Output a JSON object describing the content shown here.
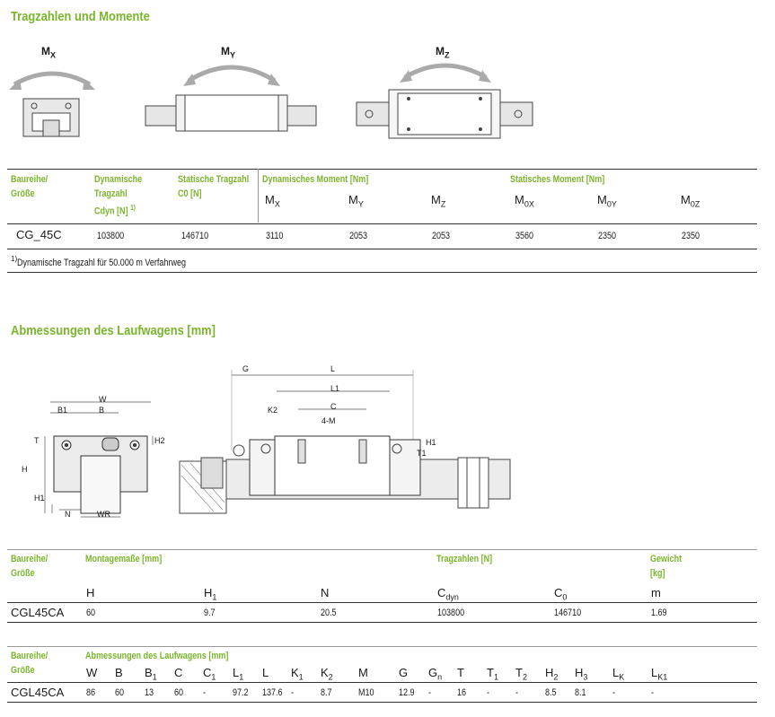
{
  "colors": {
    "accent": "#7ab52b",
    "text": "#1a1a1a",
    "line": "#333333"
  },
  "section1": {
    "title": "Tragzahlen und Momente",
    "diagram_labels": {
      "mx": "Mx",
      "my": "MY",
      "mz": "MZ"
    },
    "headers": {
      "baureihe_line1": "Baureihe/",
      "baureihe_line2": "Größe",
      "dyn_tragzahl_line1": "Dynamische",
      "dyn_tragzahl_line2": "Tragzahl",
      "dyn_tragzahl_line3": "Cdyn [N]",
      "dyn_tragzahl_sup": "1)",
      "stat_tragzahl_line1": "Statische Tragzahl",
      "stat_tragzahl_line2": "C0 [N]",
      "dyn_moment": "Dynamisches Moment [Nm]",
      "stat_moment": "Statisches Moment [Nm]"
    },
    "sub_headers": [
      "MX",
      "MY",
      "MZ",
      "M0X",
      "M0Y",
      "M0Z"
    ],
    "row": {
      "name": "CG_45C",
      "cdyn": "103800",
      "c0": "146710",
      "mx": "3110",
      "my": "2053",
      "mz": "2053",
      "m0x": "3560",
      "m0y": "2350",
      "m0z": "2350"
    },
    "footnote_sup": "1)",
    "footnote": "Dynamische Tragzahl für 50.000 m Verfahrweg"
  },
  "section2": {
    "title": "Abmessungen des Laufwagens [mm]",
    "drawing_labels": {
      "w": "W",
      "b1": "B1",
      "b": "B",
      "t": "T",
      "h": "H",
      "h1": "H1",
      "h2": "H2",
      "n": "N",
      "wr": "WR",
      "g": "G",
      "l": "L",
      "l1": "L1",
      "k2": "K2",
      "c": "C",
      "m": "4-M",
      "t1": "T1",
      "h1b": "H1"
    }
  },
  "table2": {
    "baureihe_line1": "Baureihe/",
    "baureihe_line2": "Größe",
    "montage": "Montagemaße [mm]",
    "tragzahlen": "Tragzahlen [N]",
    "gewicht_line1": "Gewicht",
    "gewicht_line2": "[kg]",
    "symbols": {
      "h": "H",
      "h1": "H1",
      "n": "N",
      "cdyn": "Cdyn",
      "c0": "C0",
      "m": "m"
    },
    "row": {
      "name": "CGL45CA",
      "h": "60",
      "h1": "9.7",
      "n": "20.5",
      "cdyn": "103800",
      "c0": "146710",
      "m": "1.69"
    }
  },
  "table3": {
    "baureihe_line1": "Baureihe/",
    "baureihe_line2": "Größe",
    "abm": "Abmessungen des Laufwagens [mm]",
    "symbols": [
      "W",
      "B",
      "B1",
      "C",
      "C1",
      "L1",
      "L",
      "K1",
      "K2",
      "M",
      "G",
      "Gn",
      "T",
      "T1",
      "T2",
      "H2",
      "H3",
      "LK",
      "LK1"
    ],
    "row": {
      "name": "CGL45CA",
      "values": [
        "86",
        "60",
        "13",
        "60",
        "-",
        "97.2",
        "137.6",
        "-",
        "8.7",
        "M10",
        "12.9",
        "-",
        "16",
        "-",
        "-",
        "8.5",
        "8.1",
        "-",
        "-"
      ]
    }
  }
}
